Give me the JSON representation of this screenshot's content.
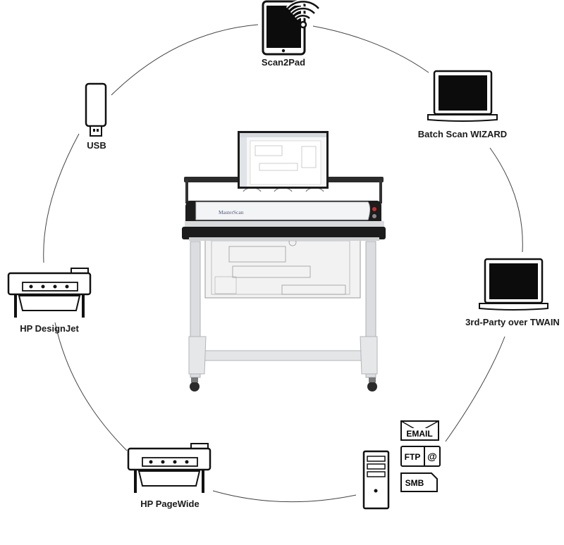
{
  "nodes": {
    "scan2pad": "Scan2Pad",
    "batch": "Batch Scan WIZARD",
    "usb": "USB",
    "twain": "3rd-Party over TWAIN",
    "designjet": "HP DesignJet",
    "pagewide": "HP PageWide"
  },
  "server_tags": {
    "email": "EMAIL",
    "ftp": "FTP",
    "ftp_symbol": "@",
    "smb": "SMB"
  },
  "scanner": {
    "brand": "MasterScan"
  },
  "colors": {
    "line": "#444444",
    "device_dark": "#1b1b1b",
    "stand": "#e2e3e5"
  }
}
